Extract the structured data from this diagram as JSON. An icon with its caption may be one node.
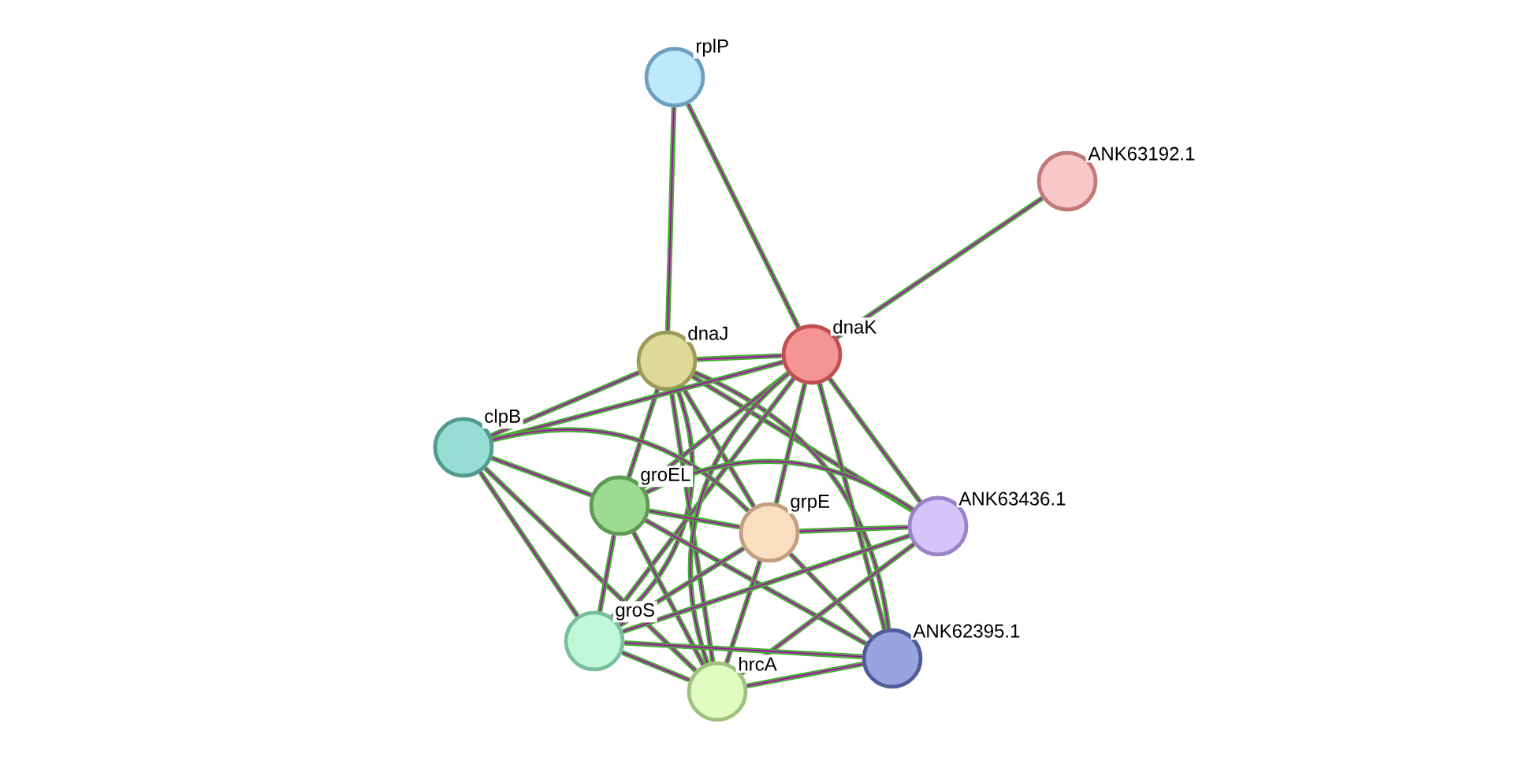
{
  "diagram": {
    "nodes": [
      {
        "text": [],
        "shape": "circle",
        "beside": [
          "rplP"
        ]
      },
      {
        "text": [],
        "shape": "circle",
        "beside": [
          "ANK63192.1"
        ]
      },
      {
        "text": [],
        "shape": "circle",
        "beside": [
          "dnaJ"
        ]
      },
      {
        "text": [],
        "shape": "circle",
        "beside": [
          "dnaK"
        ]
      },
      {
        "text": [],
        "shape": "circle",
        "beside": [
          "clpB"
        ]
      },
      {
        "text": [],
        "shape": "circle",
        "beside": [
          "groEL"
        ]
      },
      {
        "text": [],
        "shape": "circle",
        "beside": [
          "grpE"
        ]
      },
      {
        "text": [],
        "shape": "circle",
        "beside": [
          "ANK63436.1"
        ]
      },
      {
        "text": [],
        "shape": "circle",
        "beside": [
          "groS"
        ]
      },
      {
        "text": [],
        "shape": "circle",
        "beside": [
          "ANK62395.1"
        ]
      },
      {
        "text": [],
        "shape": "circle",
        "beside": [
          "hrcA"
        ]
      }
    ],
    "edges": [
      {
        "from": 0,
        "to": 2,
        "arrow": "none"
      },
      {
        "from": 0,
        "to": 3,
        "arrow": "none"
      },
      {
        "from": 1,
        "to": 3,
        "arrow": "none"
      },
      {
        "from": 2,
        "to": 3,
        "arrow": "none"
      },
      {
        "from": 2,
        "to": 4,
        "arrow": "none"
      },
      {
        "from": 2,
        "to": 5,
        "arrow": "none"
      },
      {
        "from": 2,
        "to": 6,
        "arrow": "none"
      },
      {
        "from": 2,
        "to": 7,
        "arrow": "none"
      },
      {
        "from": 2,
        "to": 8,
        "arrow": "none"
      },
      {
        "from": 2,
        "to": 9,
        "arrow": "none"
      },
      {
        "from": 2,
        "to": 10,
        "arrow": "none"
      },
      {
        "from": 3,
        "to": 4,
        "arrow": "none"
      },
      {
        "from": 3,
        "to": 5,
        "arrow": "none"
      },
      {
        "from": 3,
        "to": 6,
        "arrow": "none"
      },
      {
        "from": 3,
        "to": 7,
        "arrow": "none"
      },
      {
        "from": 3,
        "to": 8,
        "arrow": "none"
      },
      {
        "from": 3,
        "to": 9,
        "arrow": "none"
      },
      {
        "from": 3,
        "to": 10,
        "arrow": "none"
      },
      {
        "from": 4,
        "to": 5,
        "arrow": "none"
      },
      {
        "from": 4,
        "to": 6,
        "arrow": "none"
      },
      {
        "from": 4,
        "to": 8,
        "arrow": "none"
      },
      {
        "from": 4,
        "to": 10,
        "arrow": "none"
      },
      {
        "from": 5,
        "to": 6,
        "arrow": "none"
      },
      {
        "from": 5,
        "to": 7,
        "arrow": "none"
      },
      {
        "from": 5,
        "to": 8,
        "arrow": "none"
      },
      {
        "from": 5,
        "to": 9,
        "arrow": "none"
      },
      {
        "from": 5,
        "to": 10,
        "arrow": "none"
      },
      {
        "from": 6,
        "to": 7,
        "arrow": "none"
      },
      {
        "from": 6,
        "to": 8,
        "arrow": "none"
      },
      {
        "from": 6,
        "to": 9,
        "arrow": "none"
      },
      {
        "from": 6,
        "to": 10,
        "arrow": "none"
      },
      {
        "from": 7,
        "to": 8,
        "arrow": "none"
      },
      {
        "from": 7,
        "to": 10,
        "arrow": "none"
      },
      {
        "from": 8,
        "to": 9,
        "arrow": "none"
      },
      {
        "from": 8,
        "to": 10,
        "arrow": "none"
      },
      {
        "from": 9,
        "to": 10,
        "arrow": "none"
      }
    ]
  }
}
